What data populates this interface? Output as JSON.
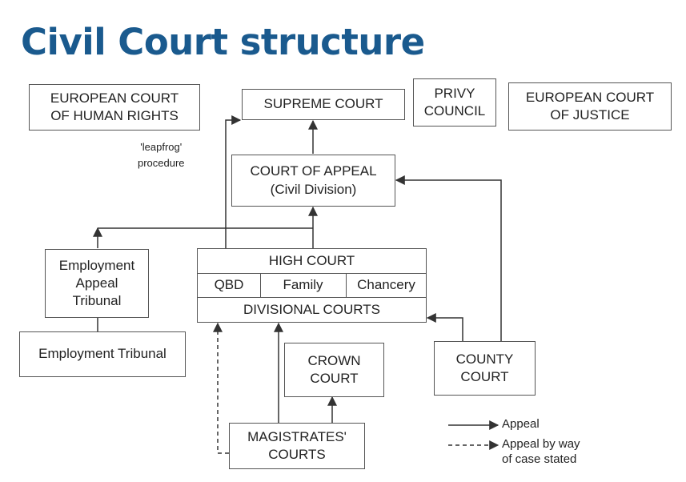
{
  "title": "Civil Court structure",
  "colors": {
    "title": "#1a5a8e",
    "lines": "#333333"
  },
  "boxes": {
    "echr": "EUROPEAN COURT\nOF HUMAN RIGHTS",
    "supreme": "SUPREME COURT",
    "privy": "PRIVY\nCOUNCIL",
    "ecj": "EUROPEAN COURT\nOF JUSTICE",
    "appeal": "COURT OF APPEAL\n(Civil Division)",
    "eat": "Employment\nAppeal\nTribunal",
    "employment_tribunal": "Employment Tribunal",
    "crown": "CROWN\nCOURT",
    "county": "COUNTY\nCOURT",
    "magistrates": "MAGISTRATES'\nCOURTS"
  },
  "high_court": {
    "title": "HIGH COURT",
    "divisions": [
      "QBD",
      "Family",
      "Chancery"
    ],
    "divisional": "DIVISIONAL COURTS"
  },
  "leapfrog": "'leapfrog'\nprocedure",
  "legend": {
    "appeal": "Appeal",
    "case_stated": "Appeal by way\nof case stated"
  }
}
